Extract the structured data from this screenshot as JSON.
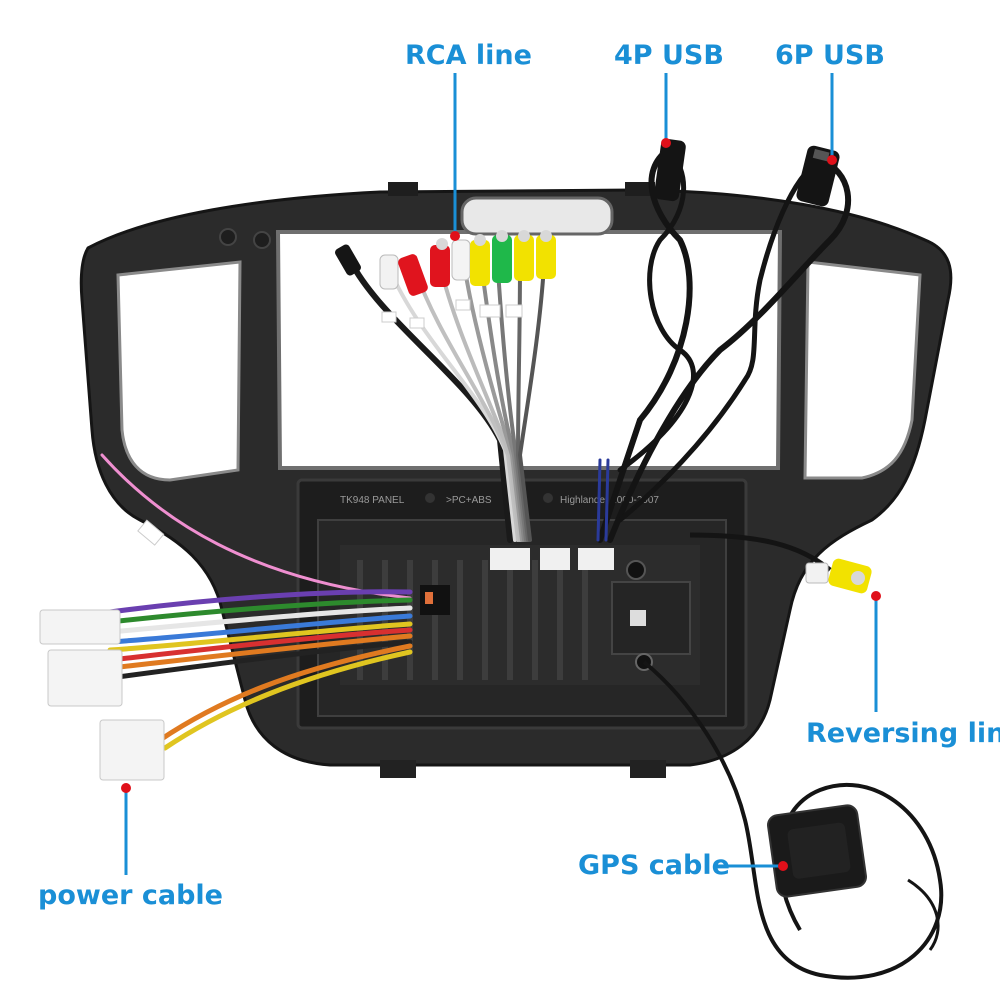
{
  "callouts": {
    "rca_line": "RCA line",
    "usb_4p": "4P USB",
    "usb_6p": "6P USB",
    "reversing_line": "Reversing line",
    "gps_cable": "GPS cable",
    "power_cable": "power cable"
  },
  "panel_label": {
    "model": "TK948 PANEL",
    "compat": ">PC+ABS",
    "vehicle": "Highlander 2000-2007"
  },
  "colors": {
    "callout_text": "#1a8fd6",
    "callout_line": "#1a8fd6",
    "callout_dot": "#e0101a",
    "frame": "#2b2b2b"
  }
}
